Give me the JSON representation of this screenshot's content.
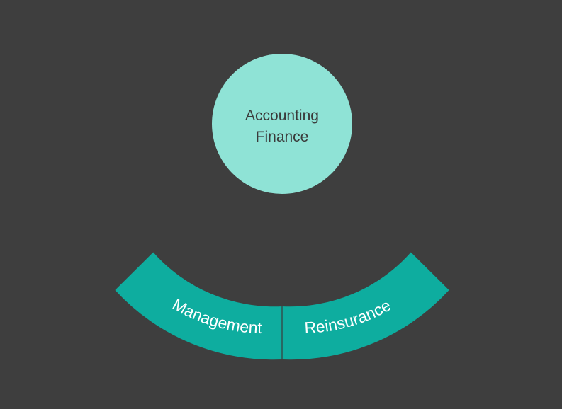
{
  "diagram": {
    "hub": {
      "line1": "Accounting",
      "line2": "Finance",
      "color": "#8fe3d6"
    },
    "segments": [
      {
        "label": "Management",
        "color": "#0ead9f"
      },
      {
        "label": "Reinsurance",
        "color": "#0ead9f"
      }
    ],
    "colors": {
      "background": "#3e3e3e",
      "divider": "#3a3a3a",
      "hub_text": "#3a3a3a",
      "segment_text": "#ffffff"
    }
  }
}
